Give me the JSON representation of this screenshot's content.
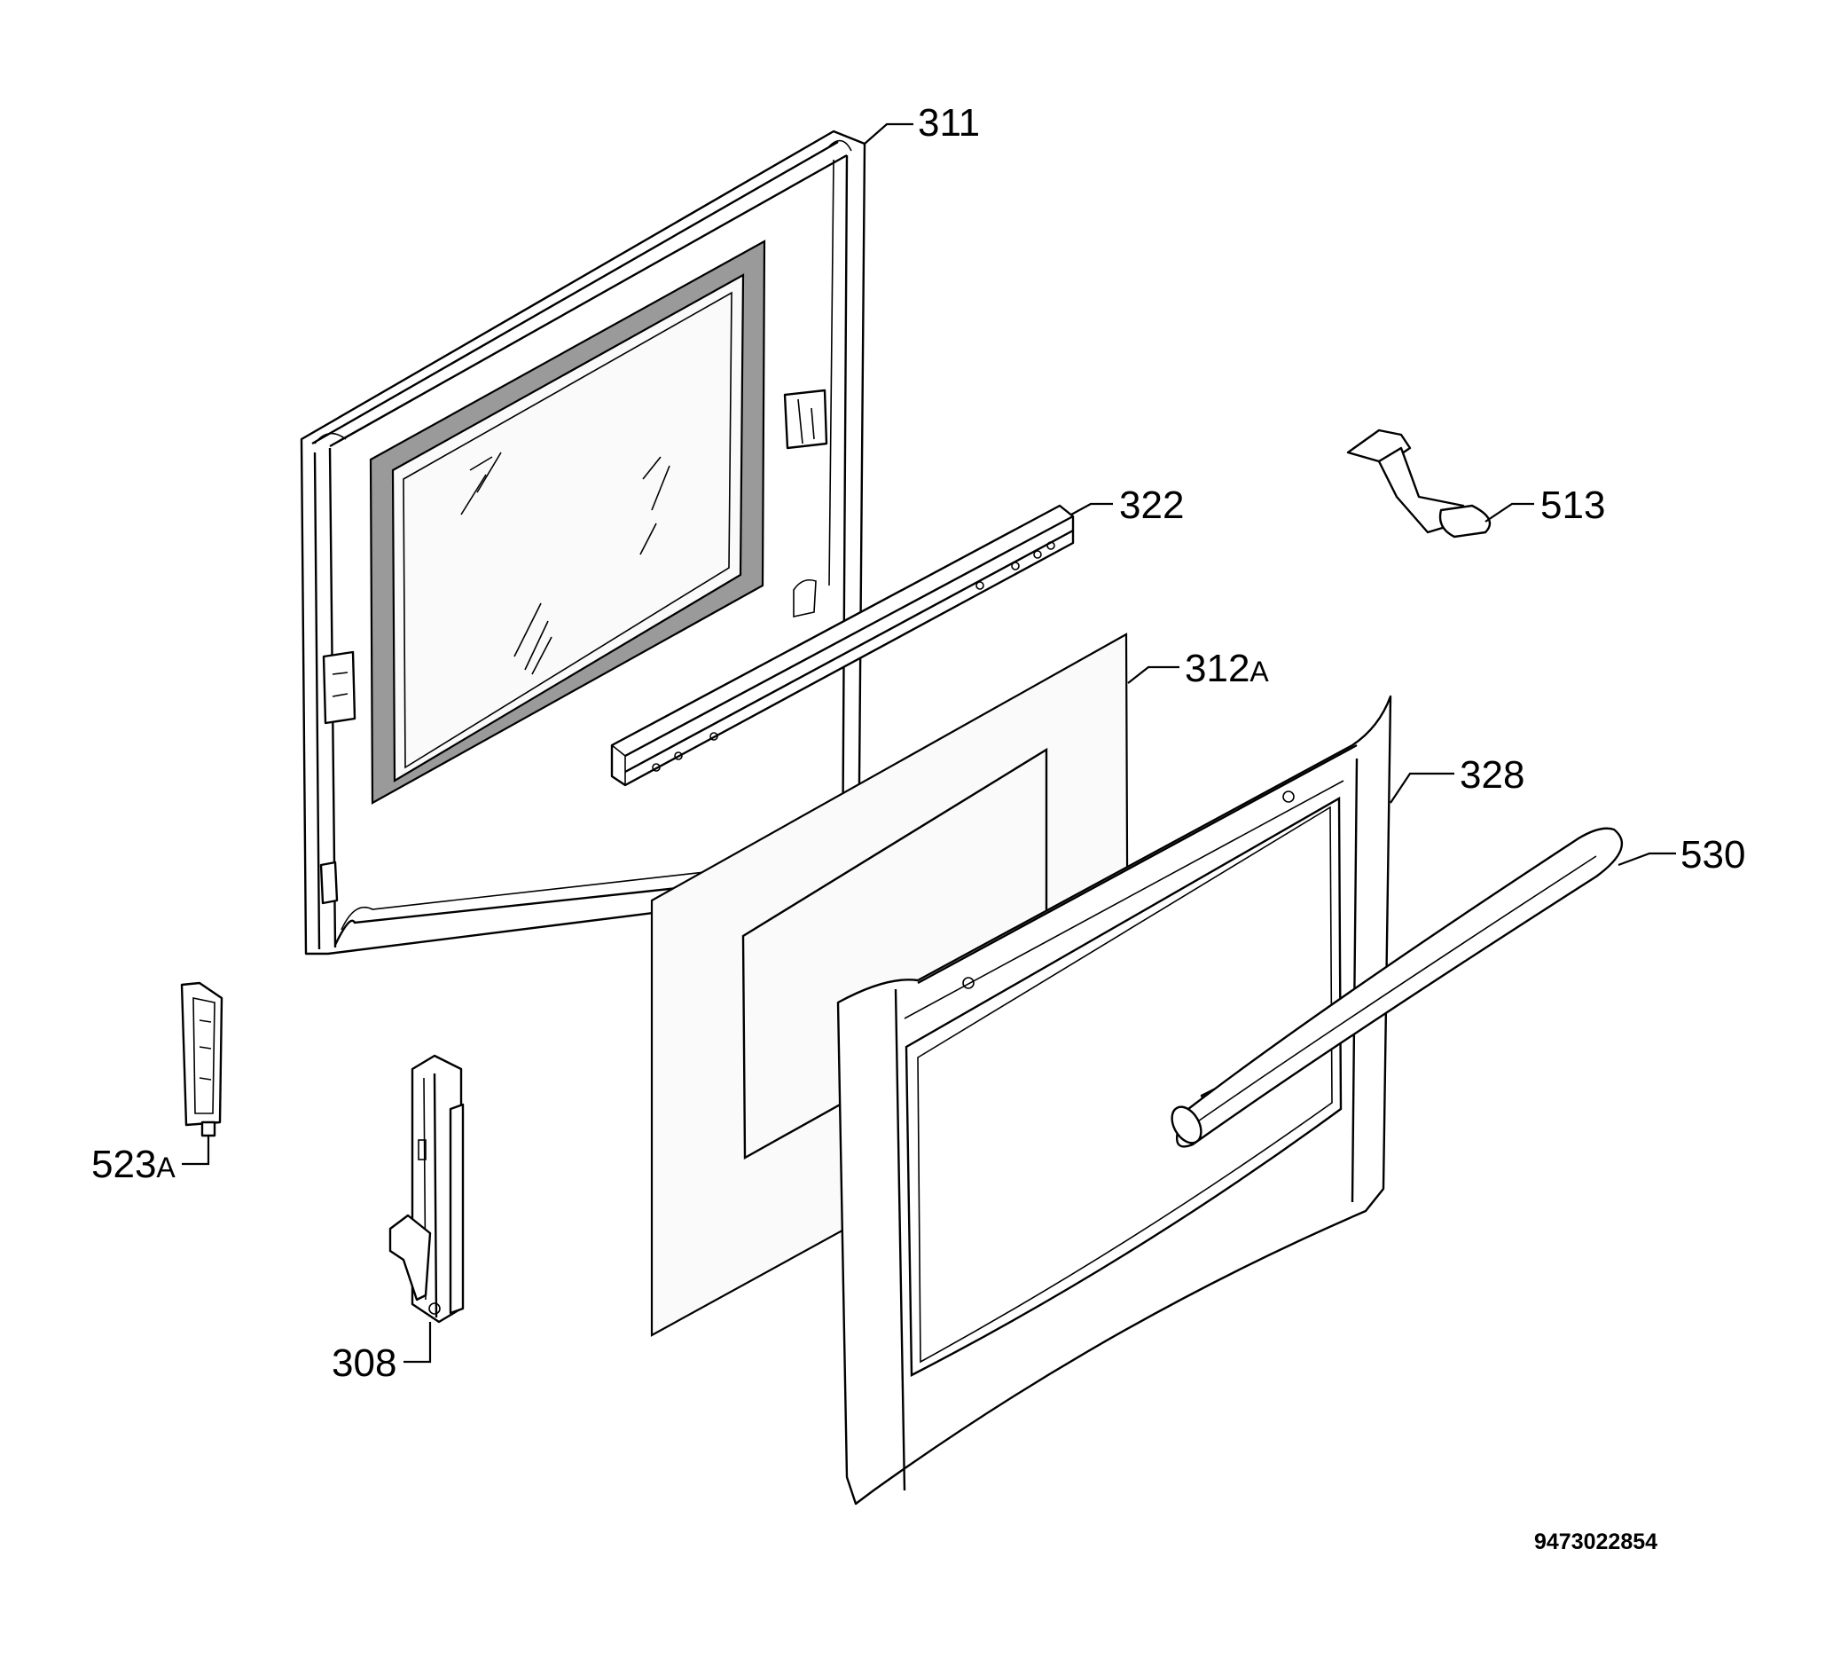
{
  "labels": {
    "p311": "311",
    "p322": "322",
    "p513": "513",
    "p312a": "312",
    "p312a_suffix": "A",
    "p328": "328",
    "p530": "530",
    "p523a": "523",
    "p523a_suffix": "A",
    "p308": "308"
  },
  "document_number": "9473022854"
}
